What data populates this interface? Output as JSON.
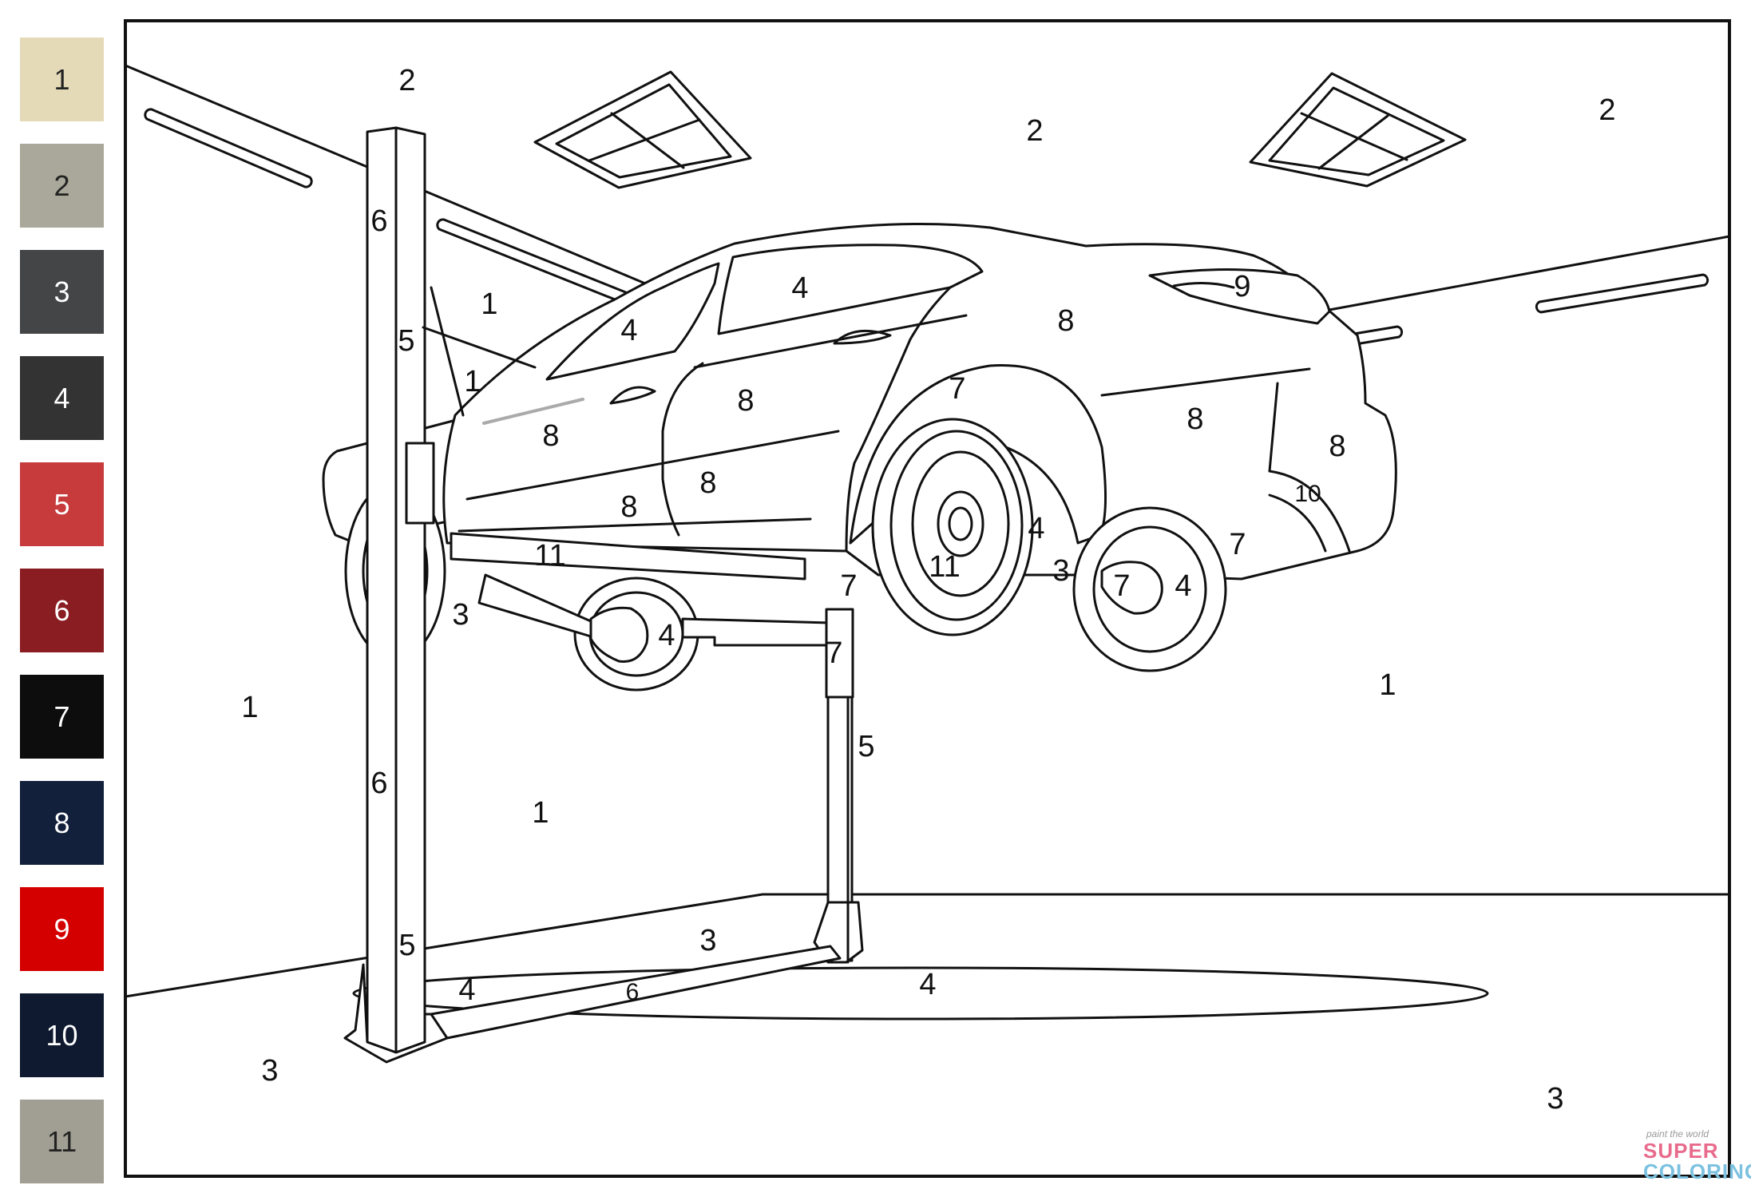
{
  "palette": [
    {
      "number": "1",
      "color": "#e4dab8",
      "text_color": "#222222"
    },
    {
      "number": "2",
      "color": "#aaa89a",
      "text_color": "#222222"
    },
    {
      "number": "3",
      "color": "#444546",
      "text_color": "#ffffff"
    },
    {
      "number": "4",
      "color": "#333333",
      "text_color": "#ffffff"
    },
    {
      "number": "5",
      "color": "#c73b3d",
      "text_color": "#ffffff"
    },
    {
      "number": "6",
      "color": "#8a1d21",
      "text_color": "#ffffff"
    },
    {
      "number": "7",
      "color": "#0d0d0d",
      "text_color": "#ffffff"
    },
    {
      "number": "8",
      "color": "#13203b",
      "text_color": "#ffffff"
    },
    {
      "number": "9",
      "color": "#d40000",
      "text_color": "#ffffff"
    },
    {
      "number": "10",
      "color": "#0f1a30",
      "text_color": "#ffffff"
    },
    {
      "number": "11",
      "color": "#a19e94",
      "text_color": "#222222"
    }
  ],
  "region_numbers": [
    "2",
    "2",
    "2",
    "6",
    "5",
    "1",
    "1",
    "4",
    "4",
    "9",
    "8",
    "7",
    "8",
    "8",
    "8",
    "8",
    "8",
    "8",
    "10",
    "7",
    "4",
    "11",
    "11",
    "3",
    "3",
    "7",
    "4",
    "7",
    "4",
    "7",
    "5",
    "1",
    "1",
    "6",
    "1",
    "5",
    "3",
    "4",
    "6",
    "4",
    "3",
    "3"
  ],
  "watermark": {
    "tagline": "paint the world",
    "brand_top": "SUPER",
    "brand_bottom": "COLORING"
  }
}
